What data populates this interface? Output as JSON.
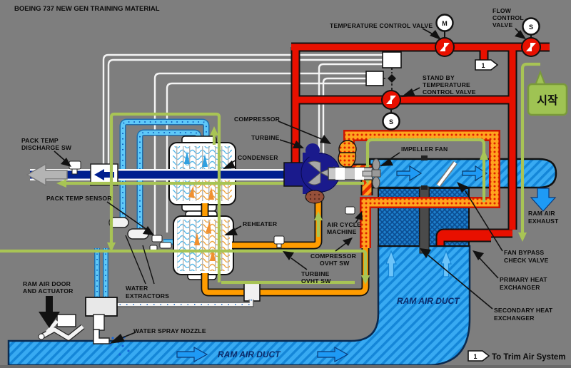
{
  "title": "BOEING 737 NEW GEN TRAINING MATERIAL",
  "labels": {
    "tcv": "TEMPERATURE CONTROL VALVE",
    "fcv_1": "FLOW",
    "fcv_2": "CONTROL",
    "fcv_3": "VALVE",
    "sbtcv_1": "STAND BY",
    "sbtcv_2": "TEMPERATURE",
    "sbtcv_3": "CONTROL VALVE",
    "compressor": "COMPRESSOR",
    "turbine": "TURBINE",
    "condenser": "CONDENSER",
    "impeller_fan": "IMPELLER FAN",
    "pack_temp_discharge_1": "PACK TEMP",
    "pack_temp_discharge_2": "DISCHARGE SW",
    "pack_temp_sensor": "PACK TEMP SENSOR",
    "reheater": "REHEATER",
    "acm_1": "AIR CYCLE",
    "acm_2": "MACHINE",
    "comp_ovht_1": "COMPRESSOR",
    "comp_ovht_2": "OVHT SW",
    "turb_ovht_1": "TURBINE",
    "turb_ovht_2": "OVHT SW",
    "ram_exhaust_1": "RAM AIR",
    "ram_exhaust_2": "EXHAUST",
    "fan_bypass_1": "FAN BYPASS",
    "fan_bypass_2": "CHECK VALVE",
    "primary_hx_1": "PRIMARY HEAT",
    "primary_hx_2": "EXCHANGER",
    "secondary_hx_1": "SECONDARY HEAT",
    "secondary_hx_2": "EXCHANGER",
    "ram_door_1": "RAM AIR DOOR",
    "ram_door_2": "AND ACTUATOR",
    "water_ext_1": "WATER",
    "water_ext_2": "EXTRACTORS",
    "water_spray": "WATER SPRAY NOZZLE",
    "ram_duct_vertical": "RAM AIR DUCT",
    "ram_duct_bottom": "RAM AIR DUCT",
    "to_trim": "To Trim Air System"
  },
  "badges": {
    "motor": "M",
    "flow_solenoid": "S",
    "standby_solenoid": "S",
    "trim_marker_top": "1",
    "trim_marker_bottom": "1",
    "start_button": "시작"
  },
  "colors": {
    "background": "#7e7e7e",
    "bleed_red": "#e81000",
    "compressor_orange": "#ff9c00",
    "ram_air_blue": "#38aaf2",
    "conditioned_navy": "#001f8f",
    "sensing_green": "#a8c455",
    "water_cyan": "#5ec8f8",
    "start_green": "#9fc353"
  }
}
